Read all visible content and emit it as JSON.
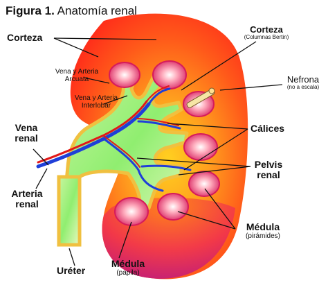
{
  "figure": {
    "label": "Figura 1.",
    "title": "Anatomía renal"
  },
  "labels": {
    "corteza_left": "Corteza",
    "corteza_top": "Corteza",
    "corteza_top_sub": "(Columnas Bertin)",
    "vena_arteria_arcuata_1": "Vena y Arteria",
    "vena_arteria_arcuata_2": "Arcuata",
    "vena_arteria_interlobar_1": "Vena y Arteria",
    "vena_arteria_interlobar_2": "Interlobar",
    "nefrona": "Nefrona",
    "nefrona_sub": "(no a escala)",
    "vena_renal_1": "Vena",
    "vena_renal_2": "renal",
    "calices": "Cálices",
    "pelvis_renal_1": "Pelvis",
    "pelvis_renal_2": "renal",
    "arteria_renal_1": "Arteria",
    "arteria_renal_2": "renal",
    "medula_right": "Médula",
    "medula_right_sub": "(pirámides)",
    "ureter": "Uréter",
    "medula_bottom": "Médula",
    "medula_bottom_sub": "(papila)"
  },
  "colors": {
    "cortex_outer": "#ff2a1a",
    "cortex_mid": "#ff6a1e",
    "cortex_inner": "#ffb020",
    "medulla_pink": "#d51a6a",
    "pelvis_green": "#a8f07a",
    "pelvis_border": "#f0c040",
    "vein_blue": "#2040e0",
    "artery_red": "#e01818"
  }
}
